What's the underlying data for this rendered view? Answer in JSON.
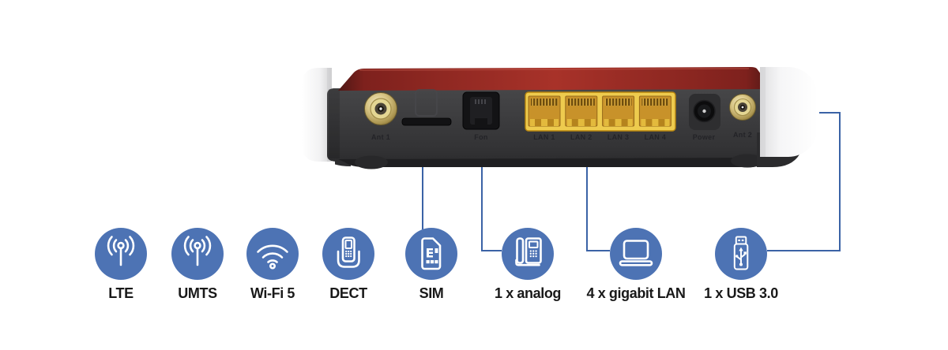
{
  "figure_type": "product-feature-infographic",
  "device": {
    "description": "router rear panel",
    "port_labels": {
      "ant1": "Ant 1",
      "fon": "Fon",
      "lan1": "LAN 1",
      "lan2": "LAN 2",
      "lan3": "LAN 3",
      "lan4": "LAN 4",
      "power": "Power",
      "ant2": "Ant 2"
    }
  },
  "features": [
    {
      "label": "LTE",
      "icon": "cellular-antenna-icon"
    },
    {
      "label": "UMTS",
      "icon": "cellular-antenna-icon"
    },
    {
      "label": "Wi-Fi 5",
      "icon": "wifi-icon"
    },
    {
      "label": "DECT",
      "icon": "cordless-phone-icon"
    },
    {
      "label": "SIM",
      "icon": "sim-card-icon"
    },
    {
      "label": "1 x analog",
      "icon": "desk-phone-icon"
    },
    {
      "label": "4 x gigabit LAN",
      "icon": "laptop-icon"
    },
    {
      "label": "1 x USB 3.0",
      "icon": "usb-stick-icon"
    }
  ],
  "colors": {
    "background": "#ffffff",
    "icon_circle_blue": "#4d73b4",
    "connector_line_blue": "#3b63a6",
    "feature_label_text": "#191919",
    "device_red_band": "#a83229",
    "device_body_gray": "#3a3a3c",
    "lan_port_yellow": "#eecb4e",
    "antenna_gold": "#d6c382",
    "end_cap_white": "#f5f5f6"
  }
}
